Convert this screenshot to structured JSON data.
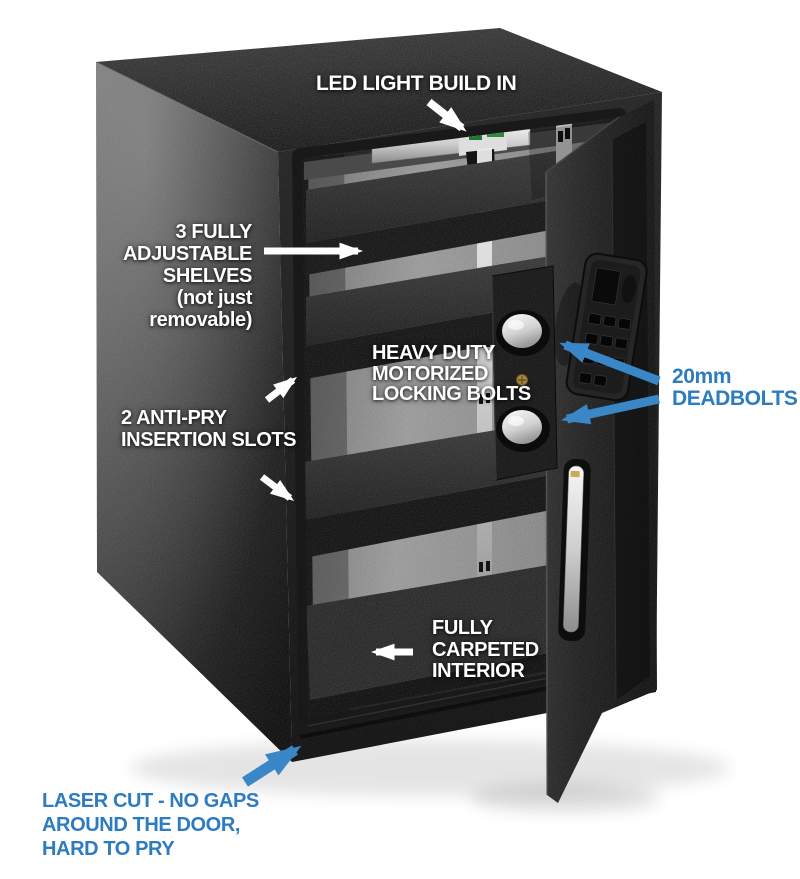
{
  "figure": {
    "description": "Black electronic safe shown with door open, carpeted interior shelves, keypad and deadbolts, annotated with product features"
  },
  "colors": {
    "background": "#ffffff",
    "label_white": "#ffffff",
    "label_blue": "#2e7cc0",
    "arrow_white": "#ffffff",
    "arrow_blue": "#3a87c8"
  },
  "annotations": {
    "led_light": {
      "text": "LED LIGHT BUILD IN"
    },
    "adjustable_shelves": {
      "text": "3 FULLY\nADJUSTABLE\nSHELVES\n(not just\nremovable)"
    },
    "locking_bolts": {
      "text": "HEAVY DUTY\nMOTORIZED\nLOCKING BOLTS"
    },
    "deadbolts": {
      "text": "20mm\nDEADBOLTS"
    },
    "anti_pry": {
      "text": "2 ANTI-PRY\nINSERTION SLOTS"
    },
    "carpeted_interior": {
      "text": "FULLY\nCARPETED\nINTERIOR"
    },
    "laser_cut": {
      "text": "LASER CUT - NO GAPS\nAROUND THE DOOR,\nHARD TO PRY"
    }
  }
}
